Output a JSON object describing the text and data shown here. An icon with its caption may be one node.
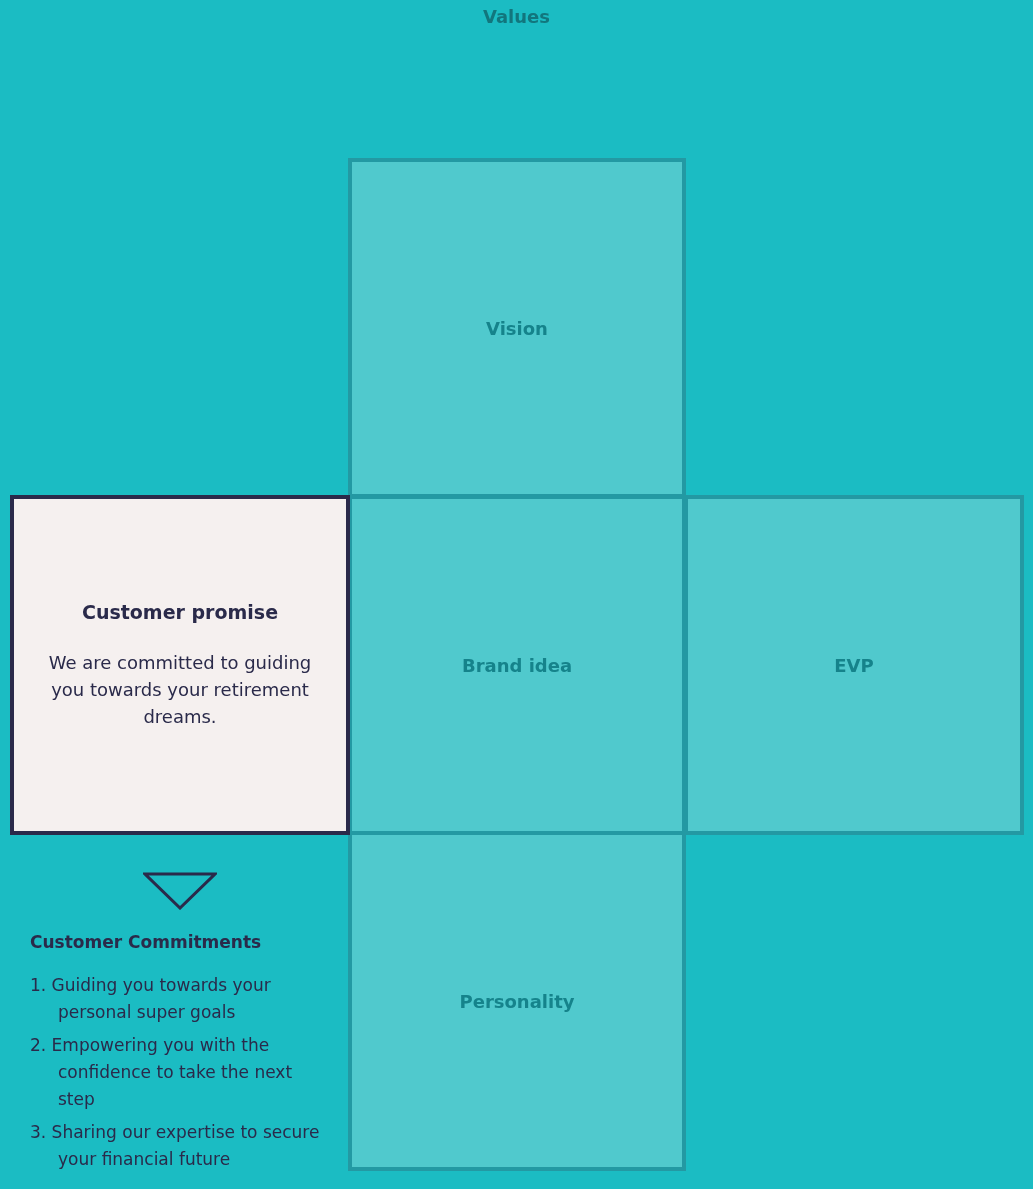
{
  "diagram": {
    "nodes": [
      {
        "text": [
          "Vision"
        ]
      },
      {
        "text": [
          "Customer promise",
          "We are committed to guiding you towards your retirement dreams."
        ]
      },
      {
        "text": [
          "Brand idea"
        ]
      },
      {
        "text": [
          "EVP"
        ]
      },
      {
        "text": [
          "Personality"
        ]
      }
    ],
    "labels": [
      "Values",
      "Customer Commitments",
      "1. Guiding you towards your personal super goals",
      "2. Empowering you with the confidence to take the next step",
      "3. Sharing our expertise to secure your financial future"
    ]
  }
}
